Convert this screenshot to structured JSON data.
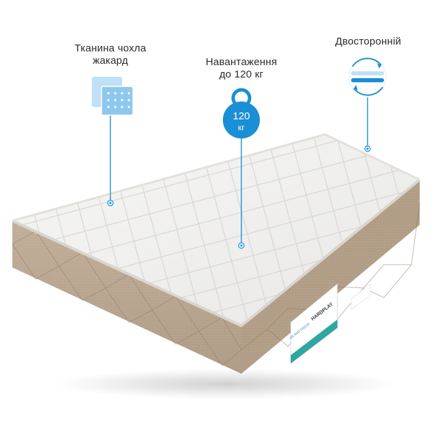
{
  "features": {
    "fabric": {
      "line1": "Тканина чохла",
      "line2": "жакард",
      "icon": "fabric-jacquard-icon"
    },
    "load": {
      "line1": "Навантаження",
      "line2": "до 120 кг",
      "weight_value": "120",
      "weight_unit": "кг",
      "icon": "weight-icon"
    },
    "sides": {
      "label": "Двосторонній",
      "icon": "flip-arrows-icon"
    }
  },
  "product": {
    "brand": "DR.MATTRESS",
    "model": "HARDPLAY"
  },
  "colors": {
    "accent": "#1a8fd6",
    "accent_light": "#bfe0f6",
    "mattress_top": "#efefee",
    "mattress_side": "#b9a690"
  }
}
